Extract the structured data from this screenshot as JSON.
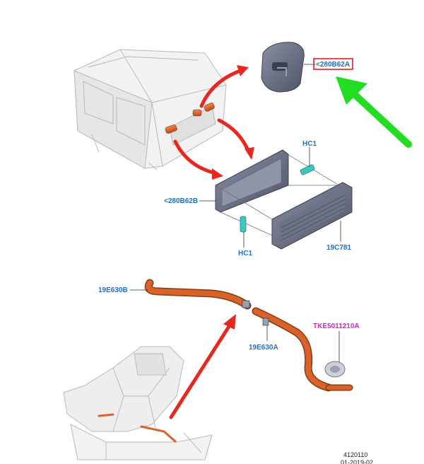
{
  "colors": {
    "callout_blue": "#1f6fd1",
    "callout_magenta": "#e020c8",
    "highlight_red": "#e02020",
    "arrow_red": "#e8281e",
    "arrow_green": "#22dd22",
    "hose_orange": "#d9622b",
    "clip_teal": "#3cc7c0",
    "part_grey": "#6e7488"
  },
  "callouts": {
    "c280b62a": "<280B62A",
    "c280b62b": "<280B62B",
    "hc1_top": "HC1",
    "hc1_bottom": "HC1",
    "c19c781": "19C781",
    "c19e630b": "19E630B",
    "c19e630a": "19E630A",
    "tke": "TKE5011210A"
  },
  "footer": {
    "ref": "4120110",
    "date": "01-2019-02"
  }
}
